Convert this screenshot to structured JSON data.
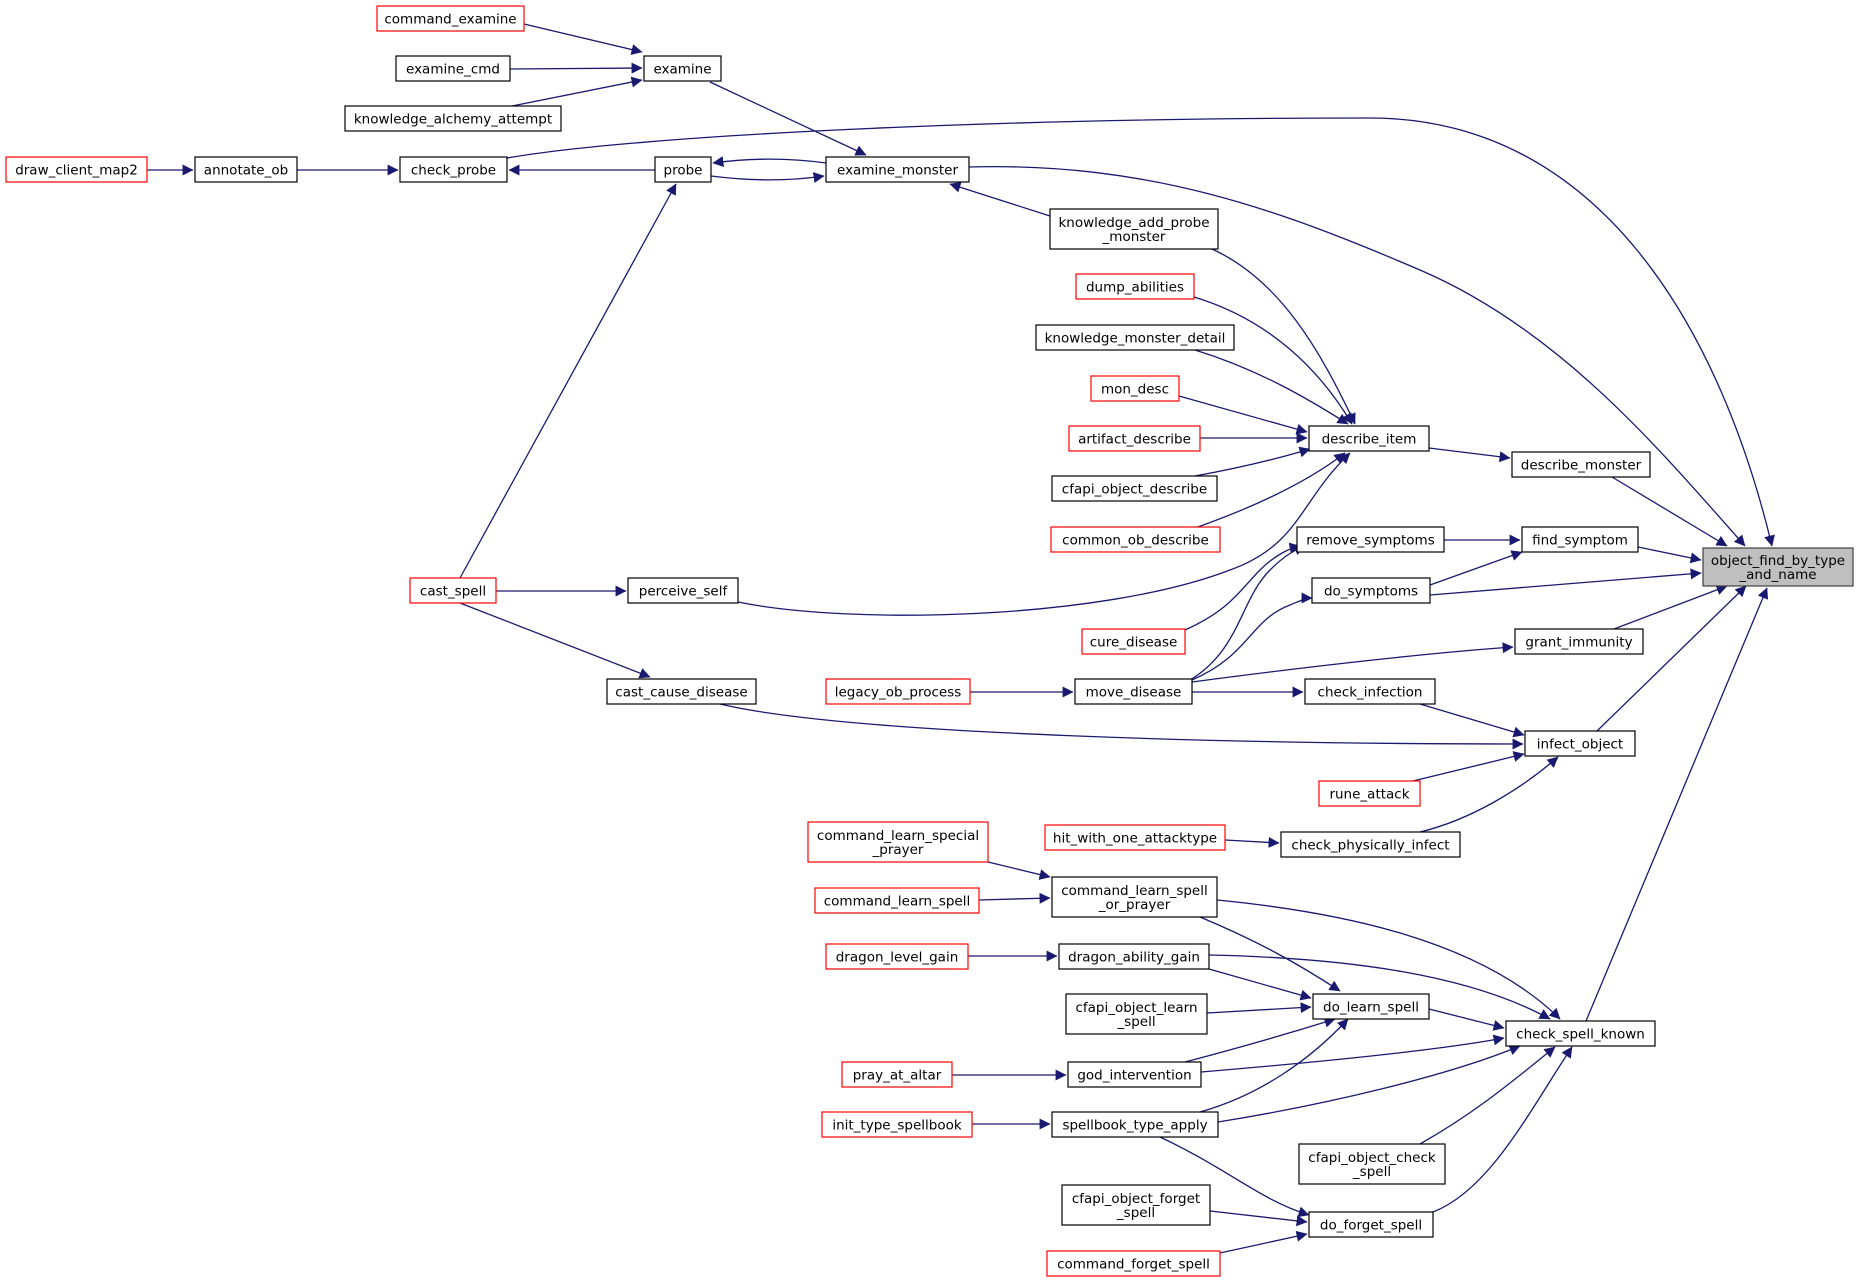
{
  "colors": {
    "edge": "#191970",
    "node_border_default": "#000000",
    "node_border_truncated": "#ff0000",
    "node_fill": "#ffffff",
    "root_fill": "#bfbfbf",
    "root_border": "#404040"
  },
  "graph": {
    "nodes": [
      {
        "id": "object_find",
        "lines": [
          "object_find_by_type",
          "_and_name"
        ],
        "kind": "root"
      },
      {
        "id": "command_examine",
        "lines": [
          "command_examine"
        ],
        "kind": "truncated"
      },
      {
        "id": "examine_cmd",
        "lines": [
          "examine_cmd"
        ],
        "kind": "normal"
      },
      {
        "id": "knowledge_alchemy",
        "lines": [
          "knowledge_alchemy_attempt"
        ],
        "kind": "normal"
      },
      {
        "id": "examine",
        "lines": [
          "examine"
        ],
        "kind": "normal"
      },
      {
        "id": "draw_client_map2",
        "lines": [
          "draw_client_map2"
        ],
        "kind": "truncated"
      },
      {
        "id": "annotate_ob",
        "lines": [
          "annotate_ob"
        ],
        "kind": "normal"
      },
      {
        "id": "check_probe",
        "lines": [
          "check_probe"
        ],
        "kind": "normal"
      },
      {
        "id": "probe",
        "lines": [
          "probe"
        ],
        "kind": "normal"
      },
      {
        "id": "examine_monster",
        "lines": [
          "examine_monster"
        ],
        "kind": "normal"
      },
      {
        "id": "knowledge_add_probe",
        "lines": [
          "knowledge_add_probe",
          "_monster"
        ],
        "kind": "normal"
      },
      {
        "id": "dump_abilities",
        "lines": [
          "dump_abilities"
        ],
        "kind": "truncated"
      },
      {
        "id": "knowledge_monster_detail",
        "lines": [
          "knowledge_monster_detail"
        ],
        "kind": "normal"
      },
      {
        "id": "mon_desc",
        "lines": [
          "mon_desc"
        ],
        "kind": "truncated"
      },
      {
        "id": "artifact_describe",
        "lines": [
          "artifact_describe"
        ],
        "kind": "truncated"
      },
      {
        "id": "cfapi_object_describe",
        "lines": [
          "cfapi_object_describe"
        ],
        "kind": "normal"
      },
      {
        "id": "common_ob_describe",
        "lines": [
          "common_ob_describe"
        ],
        "kind": "truncated"
      },
      {
        "id": "describe_item",
        "lines": [
          "describe_item"
        ],
        "kind": "normal"
      },
      {
        "id": "describe_monster",
        "lines": [
          "describe_monster"
        ],
        "kind": "normal"
      },
      {
        "id": "remove_symptoms",
        "lines": [
          "remove_symptoms"
        ],
        "kind": "normal"
      },
      {
        "id": "find_symptom",
        "lines": [
          "find_symptom"
        ],
        "kind": "normal"
      },
      {
        "id": "do_symptoms",
        "lines": [
          "do_symptoms"
        ],
        "kind": "normal"
      },
      {
        "id": "cast_spell",
        "lines": [
          "cast_spell"
        ],
        "kind": "truncated"
      },
      {
        "id": "perceive_self",
        "lines": [
          "perceive_self"
        ],
        "kind": "normal"
      },
      {
        "id": "cure_disease",
        "lines": [
          "cure_disease"
        ],
        "kind": "truncated"
      },
      {
        "id": "grant_immunity",
        "lines": [
          "grant_immunity"
        ],
        "kind": "normal"
      },
      {
        "id": "cast_cause_disease",
        "lines": [
          "cast_cause_disease"
        ],
        "kind": "normal"
      },
      {
        "id": "legacy_ob_process",
        "lines": [
          "legacy_ob_process"
        ],
        "kind": "truncated"
      },
      {
        "id": "move_disease",
        "lines": [
          "move_disease"
        ],
        "kind": "normal"
      },
      {
        "id": "check_infection",
        "lines": [
          "check_infection"
        ],
        "kind": "normal"
      },
      {
        "id": "infect_object",
        "lines": [
          "infect_object"
        ],
        "kind": "normal"
      },
      {
        "id": "rune_attack",
        "lines": [
          "rune_attack"
        ],
        "kind": "truncated"
      },
      {
        "id": "hit_with_one_attacktype",
        "lines": [
          "hit_with_one_attacktype"
        ],
        "kind": "truncated"
      },
      {
        "id": "check_physically_infect",
        "lines": [
          "check_physically_infect"
        ],
        "kind": "normal"
      },
      {
        "id": "command_learn_special_prayer",
        "lines": [
          "command_learn_special",
          "_prayer"
        ],
        "kind": "truncated"
      },
      {
        "id": "command_learn_spell",
        "lines": [
          "command_learn_spell"
        ],
        "kind": "truncated"
      },
      {
        "id": "command_learn_spell_or_prayer",
        "lines": [
          "command_learn_spell",
          "_or_prayer"
        ],
        "kind": "normal"
      },
      {
        "id": "dragon_level_gain",
        "lines": [
          "dragon_level_gain"
        ],
        "kind": "truncated"
      },
      {
        "id": "dragon_ability_gain",
        "lines": [
          "dragon_ability_gain"
        ],
        "kind": "normal"
      },
      {
        "id": "cfapi_object_learn_spell",
        "lines": [
          "cfapi_object_learn",
          "_spell"
        ],
        "kind": "normal"
      },
      {
        "id": "do_learn_spell",
        "lines": [
          "do_learn_spell"
        ],
        "kind": "normal"
      },
      {
        "id": "check_spell_known",
        "lines": [
          "check_spell_known"
        ],
        "kind": "normal"
      },
      {
        "id": "pray_at_altar",
        "lines": [
          "pray_at_altar"
        ],
        "kind": "truncated"
      },
      {
        "id": "god_intervention",
        "lines": [
          "god_intervention"
        ],
        "kind": "normal"
      },
      {
        "id": "init_type_spellbook",
        "lines": [
          "init_type_spellbook"
        ],
        "kind": "truncated"
      },
      {
        "id": "spellbook_type_apply",
        "lines": [
          "spellbook_type_apply"
        ],
        "kind": "normal"
      },
      {
        "id": "cfapi_object_check_spell",
        "lines": [
          "cfapi_object_check",
          "_spell"
        ],
        "kind": "normal"
      },
      {
        "id": "cfapi_object_forget_spell",
        "lines": [
          "cfapi_object_forget",
          "_spell"
        ],
        "kind": "normal"
      },
      {
        "id": "do_forget_spell",
        "lines": [
          "do_forget_spell"
        ],
        "kind": "normal"
      },
      {
        "id": "command_forget_spell",
        "lines": [
          "command_forget_spell"
        ],
        "kind": "truncated"
      }
    ],
    "edges": [
      {
        "from": "command_examine",
        "to": "examine"
      },
      {
        "from": "examine_cmd",
        "to": "examine"
      },
      {
        "from": "knowledge_alchemy",
        "to": "examine"
      },
      {
        "from": "examine",
        "to": "examine_monster"
      },
      {
        "from": "draw_client_map2",
        "to": "annotate_ob"
      },
      {
        "from": "annotate_ob",
        "to": "check_probe"
      },
      {
        "from": "check_probe",
        "to": "object_find"
      },
      {
        "from": "probe",
        "to": "check_probe"
      },
      {
        "from": "examine_monster",
        "to": "probe"
      },
      {
        "from": "probe",
        "to": "examine_monster"
      },
      {
        "from": "examine_monster",
        "to": "object_find"
      },
      {
        "from": "knowledge_add_probe",
        "to": "examine_monster"
      },
      {
        "from": "cast_spell",
        "to": "probe"
      },
      {
        "from": "knowledge_add_probe",
        "to": "describe_item"
      },
      {
        "from": "dump_abilities",
        "to": "describe_item"
      },
      {
        "from": "knowledge_monster_detail",
        "to": "describe_item"
      },
      {
        "from": "mon_desc",
        "to": "describe_item"
      },
      {
        "from": "artifact_describe",
        "to": "describe_item"
      },
      {
        "from": "cfapi_object_describe",
        "to": "describe_item"
      },
      {
        "from": "common_ob_describe",
        "to": "describe_item"
      },
      {
        "from": "perceive_self",
        "to": "describe_item"
      },
      {
        "from": "describe_item",
        "to": "describe_monster"
      },
      {
        "from": "describe_monster",
        "to": "object_find"
      },
      {
        "from": "cast_spell",
        "to": "perceive_self"
      },
      {
        "from": "cast_spell",
        "to": "cast_cause_disease"
      },
      {
        "from": "remove_symptoms",
        "to": "find_symptom"
      },
      {
        "from": "do_symptoms",
        "to": "find_symptom"
      },
      {
        "from": "find_symptom",
        "to": "object_find"
      },
      {
        "from": "do_symptoms",
        "to": "object_find"
      },
      {
        "from": "cure_disease",
        "to": "remove_symptoms"
      },
      {
        "from": "move_disease",
        "to": "remove_symptoms"
      },
      {
        "from": "move_disease",
        "to": "do_symptoms"
      },
      {
        "from": "move_disease",
        "to": "grant_immunity"
      },
      {
        "from": "grant_immunity",
        "to": "object_find"
      },
      {
        "from": "legacy_ob_process",
        "to": "move_disease"
      },
      {
        "from": "move_disease",
        "to": "check_infection"
      },
      {
        "from": "check_infection",
        "to": "infect_object"
      },
      {
        "from": "cast_cause_disease",
        "to": "infect_object"
      },
      {
        "from": "rune_attack",
        "to": "infect_object"
      },
      {
        "from": "check_physically_infect",
        "to": "infect_object"
      },
      {
        "from": "infect_object",
        "to": "object_find"
      },
      {
        "from": "hit_with_one_attacktype",
        "to": "check_physically_infect"
      },
      {
        "from": "command_learn_special_prayer",
        "to": "command_learn_spell_or_prayer"
      },
      {
        "from": "command_learn_spell",
        "to": "command_learn_spell_or_prayer"
      },
      {
        "from": "command_learn_spell_or_prayer",
        "to": "do_learn_spell"
      },
      {
        "from": "command_learn_spell_or_prayer",
        "to": "check_spell_known"
      },
      {
        "from": "dragon_level_gain",
        "to": "dragon_ability_gain"
      },
      {
        "from": "dragon_ability_gain",
        "to": "do_learn_spell"
      },
      {
        "from": "dragon_ability_gain",
        "to": "check_spell_known"
      },
      {
        "from": "cfapi_object_learn_spell",
        "to": "do_learn_spell"
      },
      {
        "from": "god_intervention",
        "to": "do_learn_spell"
      },
      {
        "from": "spellbook_type_apply",
        "to": "do_learn_spell"
      },
      {
        "from": "do_learn_spell",
        "to": "check_spell_known"
      },
      {
        "from": "god_intervention",
        "to": "check_spell_known"
      },
      {
        "from": "spellbook_type_apply",
        "to": "check_spell_known"
      },
      {
        "from": "cfapi_object_check_spell",
        "to": "check_spell_known"
      },
      {
        "from": "do_forget_spell",
        "to": "check_spell_known"
      },
      {
        "from": "check_spell_known",
        "to": "object_find"
      },
      {
        "from": "pray_at_altar",
        "to": "god_intervention"
      },
      {
        "from": "init_type_spellbook",
        "to": "spellbook_type_apply"
      },
      {
        "from": "spellbook_type_apply",
        "to": "do_forget_spell"
      },
      {
        "from": "cfapi_object_forget_spell",
        "to": "do_forget_spell"
      },
      {
        "from": "command_forget_spell",
        "to": "do_forget_spell"
      }
    ]
  }
}
